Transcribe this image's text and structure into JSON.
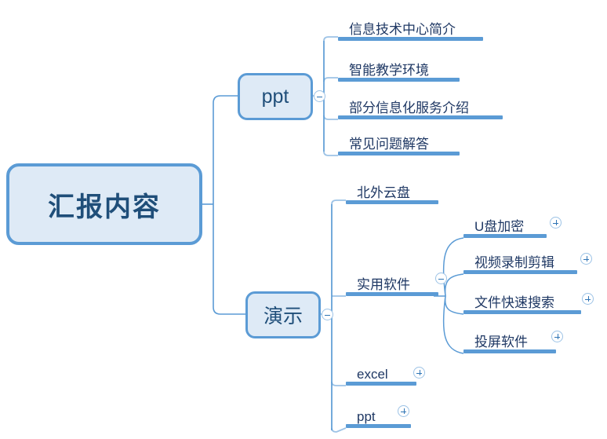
{
  "mindmap": {
    "root": {
      "label": "汇报内容"
    },
    "branches": [
      {
        "label": "ppt",
        "toggle_icon": "minus-circle-icon",
        "children": [
          {
            "label": "信息技术中心简介",
            "toggle_icon": null
          },
          {
            "label": "智能教学环境",
            "toggle_icon": null
          },
          {
            "label": "部分信息化服务介绍",
            "toggle_icon": null
          },
          {
            "label": "常见问题解答",
            "toggle_icon": null
          }
        ]
      },
      {
        "label": "演示",
        "toggle_icon": "minus-circle-icon",
        "children": [
          {
            "label": "北外云盘",
            "toggle_icon": null
          },
          {
            "label": "实用软件",
            "toggle_icon": "minus-circle-icon",
            "children": [
              {
                "label": "U盘加密",
                "toggle_icon": "plus-circle-icon"
              },
              {
                "label": "视频录制剪辑",
                "toggle_icon": "plus-circle-icon"
              },
              {
                "label": "文件快速搜索",
                "toggle_icon": "plus-circle-icon"
              },
              {
                "label": "投屏软件",
                "toggle_icon": "plus-circle-icon"
              }
            ]
          },
          {
            "label": "excel",
            "toggle_icon": "plus-circle-icon"
          },
          {
            "label": "ppt",
            "toggle_icon": "plus-circle-icon"
          }
        ]
      }
    ],
    "colors": {
      "node_fill": "#DEEAF6",
      "node_border": "#5B9BD5",
      "node_text": "#1F4E79",
      "leaf_bar": "#5B9BD5",
      "leaf_text": "#1F3864",
      "connector": "#5B9BD5",
      "connector_light": "#9DC3E6",
      "toggle_border": "#9DC3E6",
      "toggle_glyph": "#2E74B5",
      "background": "#FFFFFF"
    }
  }
}
